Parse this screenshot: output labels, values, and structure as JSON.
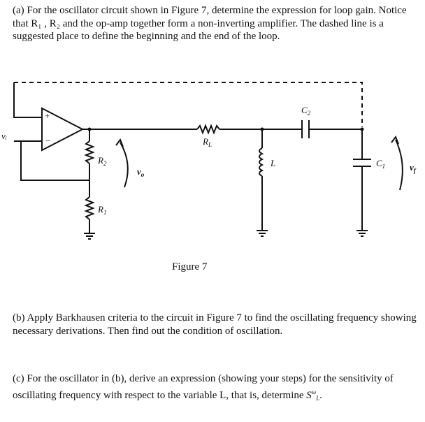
{
  "part_a": {
    "label": "(a)",
    "text": "For the oscillator circuit shown in Figure 7, determine the expression for loop gain. Notice that R₁ , R₂ and the op-amp together form a non-inverting amplifier. The dashed line is a suggested place to define the beginning and the end of the loop."
  },
  "figure": {
    "caption": "Figure 7",
    "labels": {
      "vi": "vᵢ",
      "plus": "+",
      "minus": "−",
      "R2": "R",
      "R2_sub": "2",
      "R1": "R",
      "R1_sub": "1",
      "RL": "R",
      "RL_sub": "L",
      "L": "L",
      "C2": "C",
      "C2_sub": "2",
      "C1": "C",
      "C1_sub": "1",
      "vo": "v",
      "vo_sub": "o",
      "vf": "v",
      "vf_sub": "f"
    }
  },
  "part_b": {
    "label": "(b)",
    "text": "Apply Barkhausen criteria to the circuit in Figure 7 to find the oscillating frequency showing necessary derivations. Then find out the condition of oscillation."
  },
  "part_c": {
    "label": "(c)",
    "text": "For the oscillator in (b), derive an expression (showing your steps) for the sensitivity of oscillating frequency with respect to the variable L, that is, determine",
    "symbol": "S",
    "symbol_sup": "ω",
    "symbol_sub": "L",
    "end": "."
  }
}
